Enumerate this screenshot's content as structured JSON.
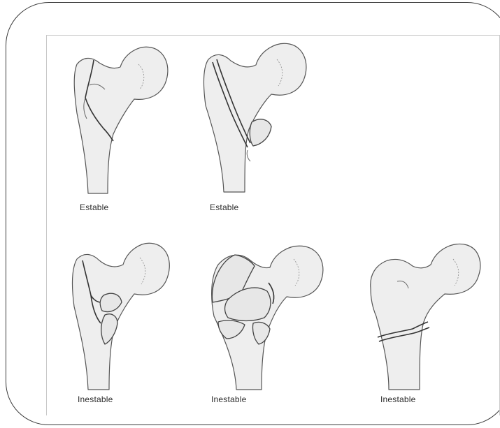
{
  "figures": [
    {
      "caption": "Estable"
    },
    {
      "caption": "Estable"
    },
    {
      "caption": "Inestable"
    },
    {
      "caption": "Inestable"
    },
    {
      "caption": "Inestable"
    }
  ]
}
